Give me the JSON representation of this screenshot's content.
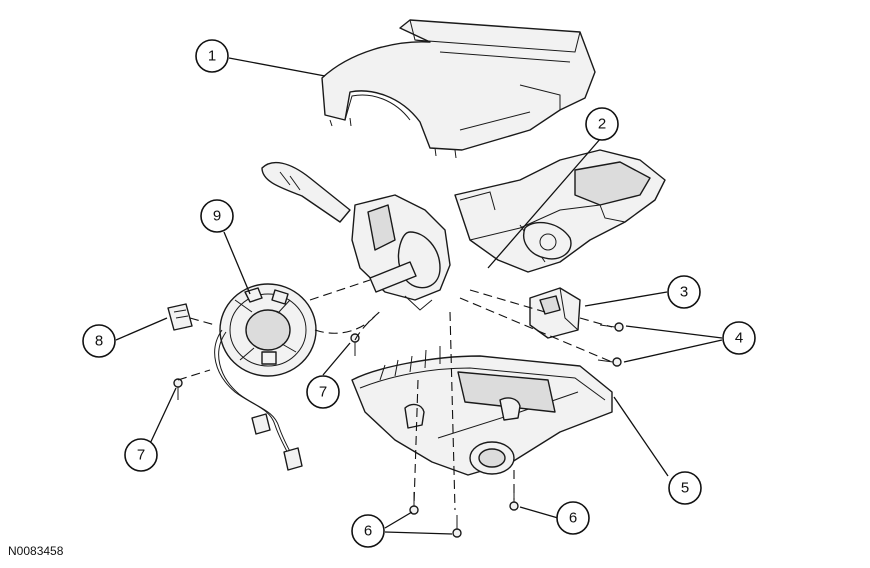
{
  "figure_id": "N0083458",
  "callouts": {
    "c1": "1",
    "c2": "2",
    "c3": "3",
    "c4": "4",
    "c5": "5",
    "c6a": "6",
    "c6b": "6",
    "c7a": "7",
    "c7b": "7",
    "c8": "8",
    "c9": "9"
  }
}
